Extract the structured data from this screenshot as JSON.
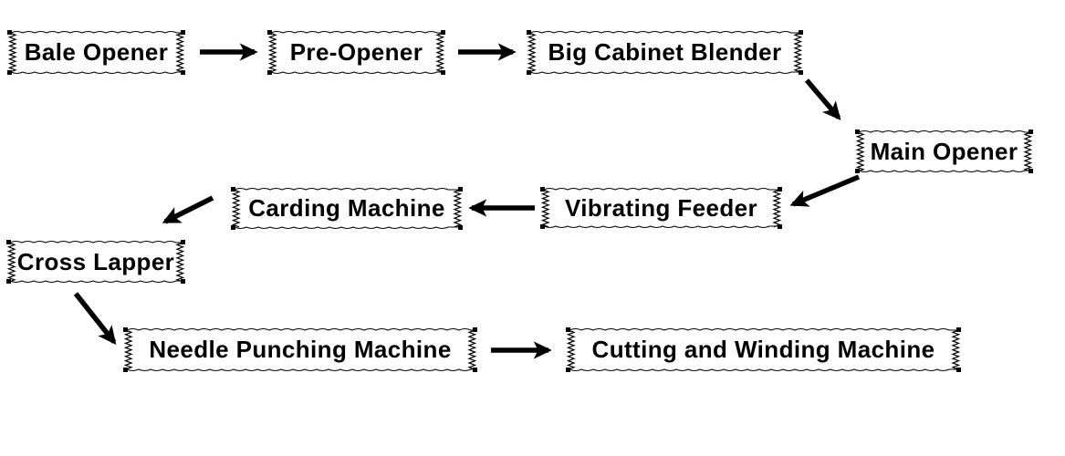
{
  "diagram": {
    "type": "flowchart",
    "colors": {
      "ink": "#000000",
      "background": "#ffffff"
    },
    "nodes": [
      {
        "id": "bale-opener",
        "label": "Bale Opener"
      },
      {
        "id": "pre-opener",
        "label": "Pre-Opener"
      },
      {
        "id": "big-cabinet-blender",
        "label": "Big Cabinet Blender"
      },
      {
        "id": "main-opener",
        "label": "Main Opener"
      },
      {
        "id": "vibrating-feeder",
        "label": "Vibrating Feeder"
      },
      {
        "id": "carding-machine",
        "label": "Carding Machine"
      },
      {
        "id": "cross-lapper",
        "label": "Cross Lapper"
      },
      {
        "id": "needle-punching-machine",
        "label": "Needle Punching Machine"
      },
      {
        "id": "cutting-and-winding-machine",
        "label": "Cutting and Winding Machine"
      }
    ],
    "edges": [
      {
        "from": "bale-opener",
        "to": "pre-opener"
      },
      {
        "from": "pre-opener",
        "to": "big-cabinet-blender"
      },
      {
        "from": "big-cabinet-blender",
        "to": "main-opener"
      },
      {
        "from": "main-opener",
        "to": "vibrating-feeder"
      },
      {
        "from": "vibrating-feeder",
        "to": "carding-machine"
      },
      {
        "from": "carding-machine",
        "to": "cross-lapper"
      },
      {
        "from": "cross-lapper",
        "to": "needle-punching-machine"
      },
      {
        "from": "needle-punching-machine",
        "to": "cutting-and-winding-machine"
      }
    ]
  }
}
